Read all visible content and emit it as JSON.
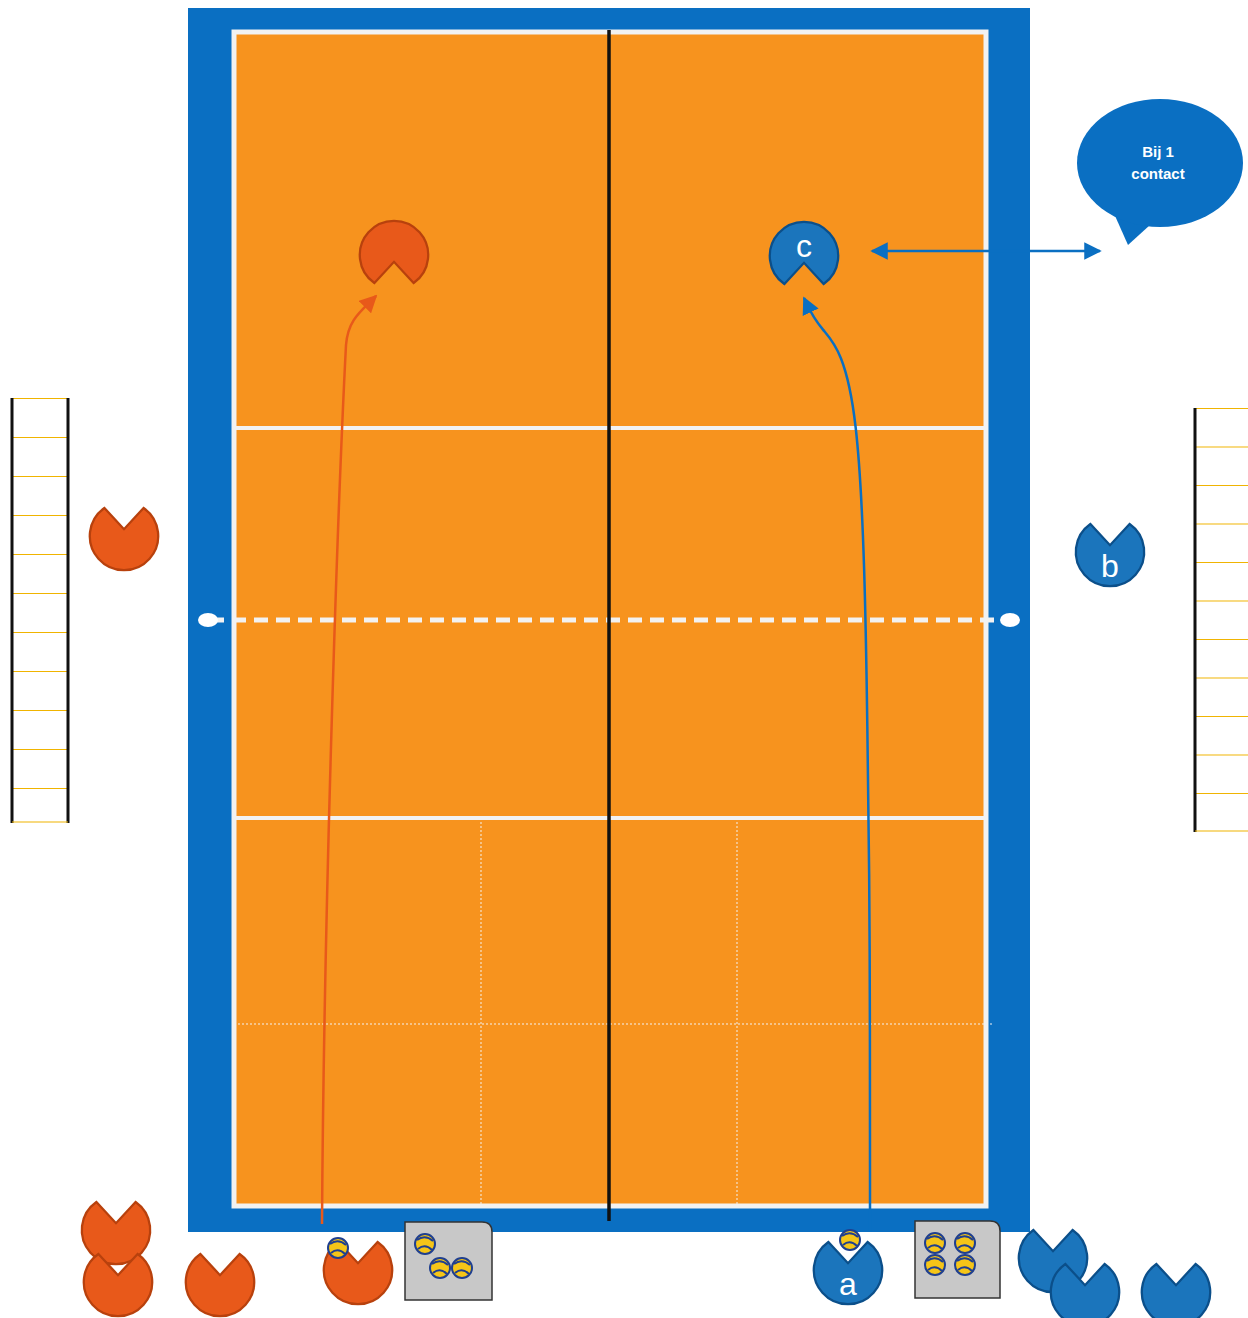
{
  "diagram": {
    "nodes": [
      {
        "text": [
          "Bij 1 contact"
        ]
      },
      {
        "text": [
          "c"
        ]
      },
      {
        "text": [
          "b"
        ]
      },
      {
        "text": [
          "a"
        ]
      }
    ],
    "edges": [
      {
        "from": 1,
        "to": 0,
        "arrow": "both"
      },
      {
        "from": 3,
        "to": 1,
        "arrow": "to"
      }
    ]
  }
}
